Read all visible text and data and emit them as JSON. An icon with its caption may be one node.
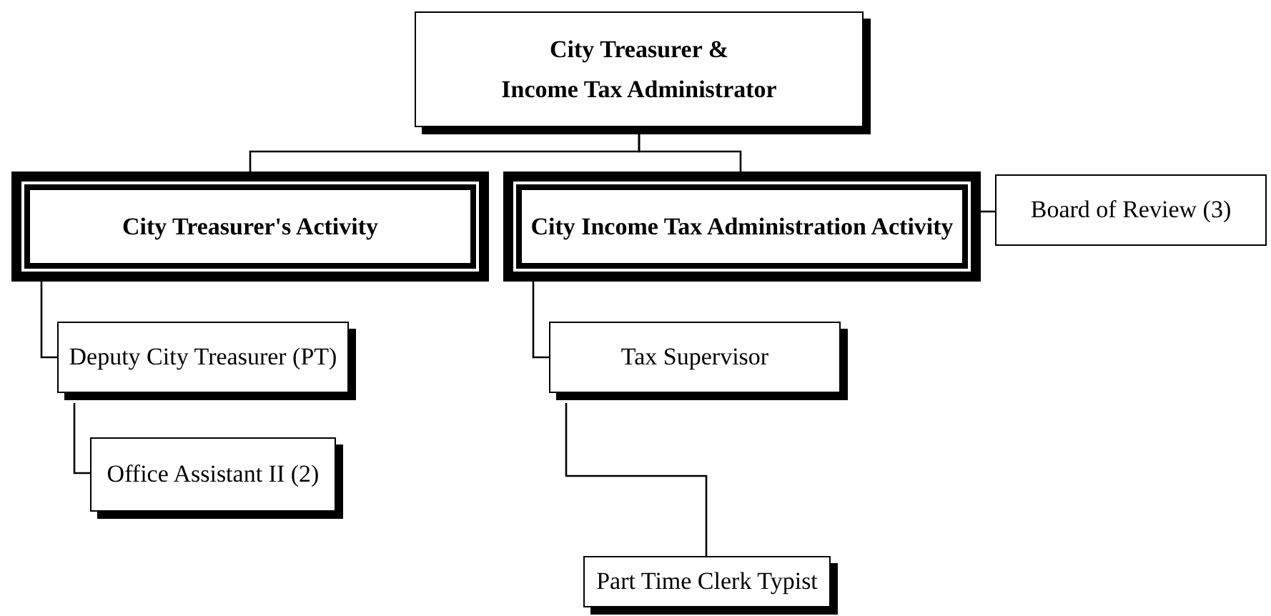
{
  "diagram": {
    "nodes": [
      {
        "text": [
          "City Treasurer & Income Tax Administrator"
        ]
      },
      {
        "text": [
          "City Treasurer's Activity"
        ]
      },
      {
        "text": [
          "City Income Tax Administration Activity"
        ]
      },
      {
        "text": [
          "Board of Review (3)"
        ]
      },
      {
        "text": [
          "Deputy City Treasurer (PT)"
        ]
      },
      {
        "text": [
          "Office Assistant II (2)"
        ]
      },
      {
        "text": [
          "Tax Supervisor"
        ]
      },
      {
        "text": [
          "Part Time Clerk Typist"
        ]
      }
    ],
    "edges": [
      {
        "from": 0,
        "to": 1,
        "arrow": "none"
      },
      {
        "from": 0,
        "to": 2,
        "arrow": "none"
      },
      {
        "from": 2,
        "to": 3,
        "arrow": "none"
      },
      {
        "from": 1,
        "to": 4,
        "arrow": "none"
      },
      {
        "from": 4,
        "to": 5,
        "arrow": "none"
      },
      {
        "from": 2,
        "to": 6,
        "arrow": "none"
      },
      {
        "from": 6,
        "to": 7,
        "arrow": "none"
      }
    ]
  }
}
